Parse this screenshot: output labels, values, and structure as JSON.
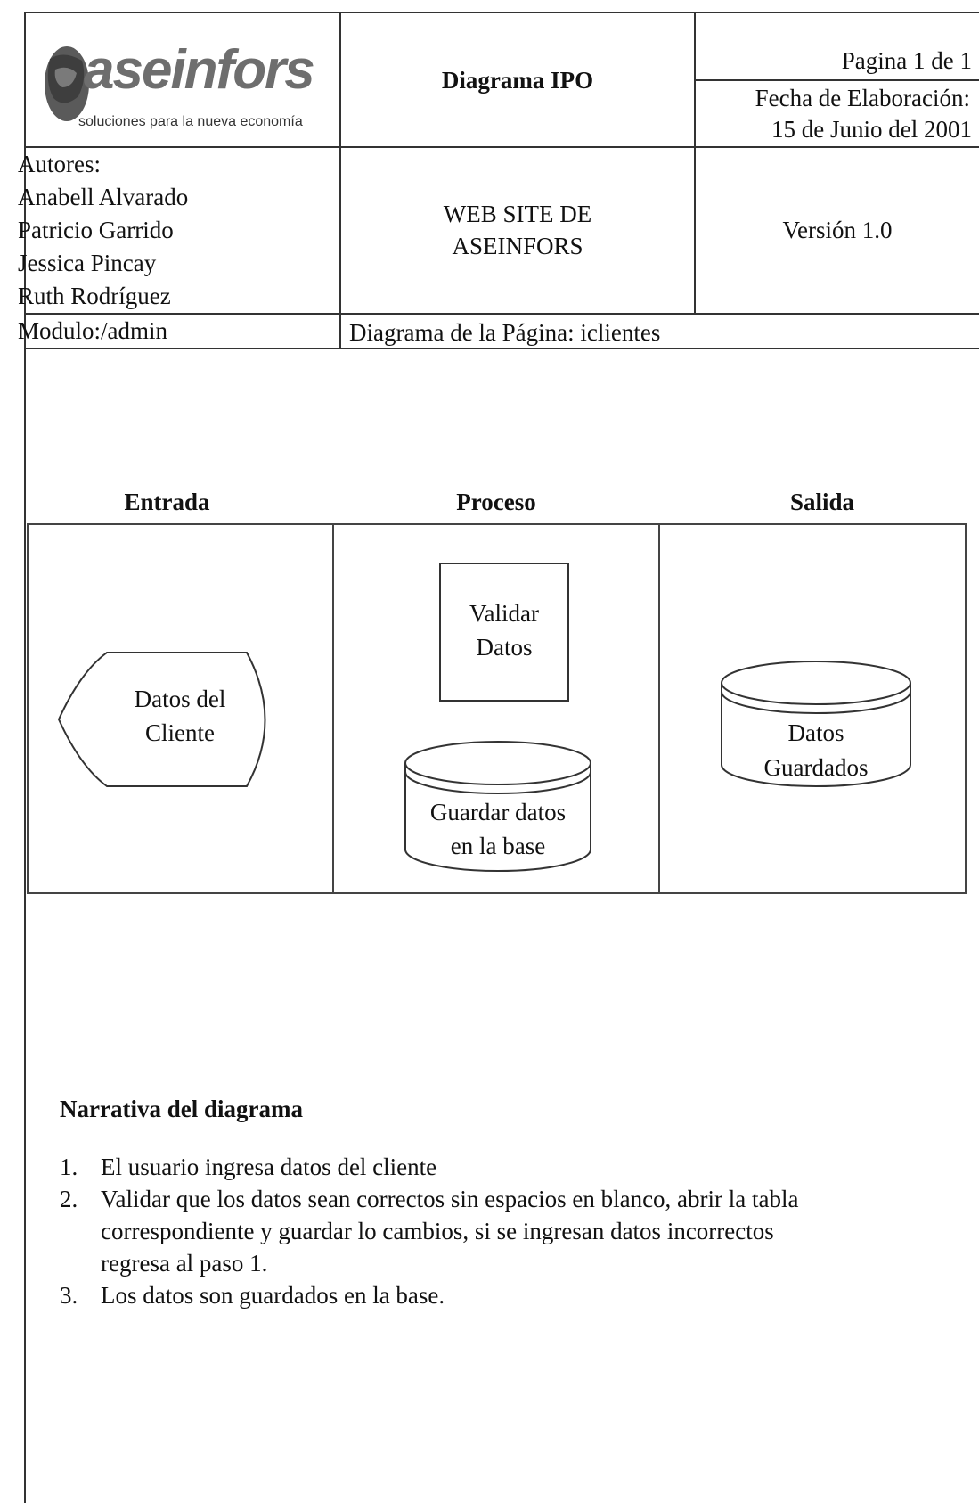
{
  "header": {
    "logo": {
      "name": "aseinfors",
      "tagline": "soluciones para la nueva economía"
    },
    "doc_type": "Diagrama IPO",
    "page": "Pagina 1 de 1",
    "date_label": "Fecha de Elaboración:",
    "date_value": "15 de Junio del 2001",
    "authors_label": "Autores:",
    "authors": [
      "Anabell Alvarado",
      "Patricio Garrido",
      "Jessica Pincay",
      "Ruth Rodríguez"
    ],
    "project_line1": "WEB SITE DE",
    "project_line2": "ASEINFORS",
    "version": "Versión 1.0",
    "module": "Modulo:/admin",
    "page_diagram": "Diagrama de la Página: iclientes"
  },
  "diagram": {
    "columns": [
      "Entrada",
      "Proceso",
      "Salida"
    ],
    "input_shape": {
      "line1": "Datos del",
      "line2": "Cliente"
    },
    "process_box": {
      "line1": "Validar",
      "line2": "Datos"
    },
    "process_db": {
      "line1": "Guardar datos",
      "line2": "en la base"
    },
    "output_db": {
      "line1": "Datos",
      "line2": "Guardados"
    }
  },
  "narrative": {
    "title": "Narrativa del diagrama",
    "items": [
      {
        "num": "1.",
        "lines": [
          "El usuario ingresa datos del cliente"
        ]
      },
      {
        "num": "2.",
        "lines": [
          "Validar que los datos sean correctos sin espacios en blanco, abrir la tabla",
          "correspondiente y  guardar lo cambios, si se ingresan datos incorrectos",
          "regresa al paso 1."
        ]
      },
      {
        "num": "3.",
        "lines": [
          "Los datos son guardados en la base."
        ]
      }
    ]
  }
}
